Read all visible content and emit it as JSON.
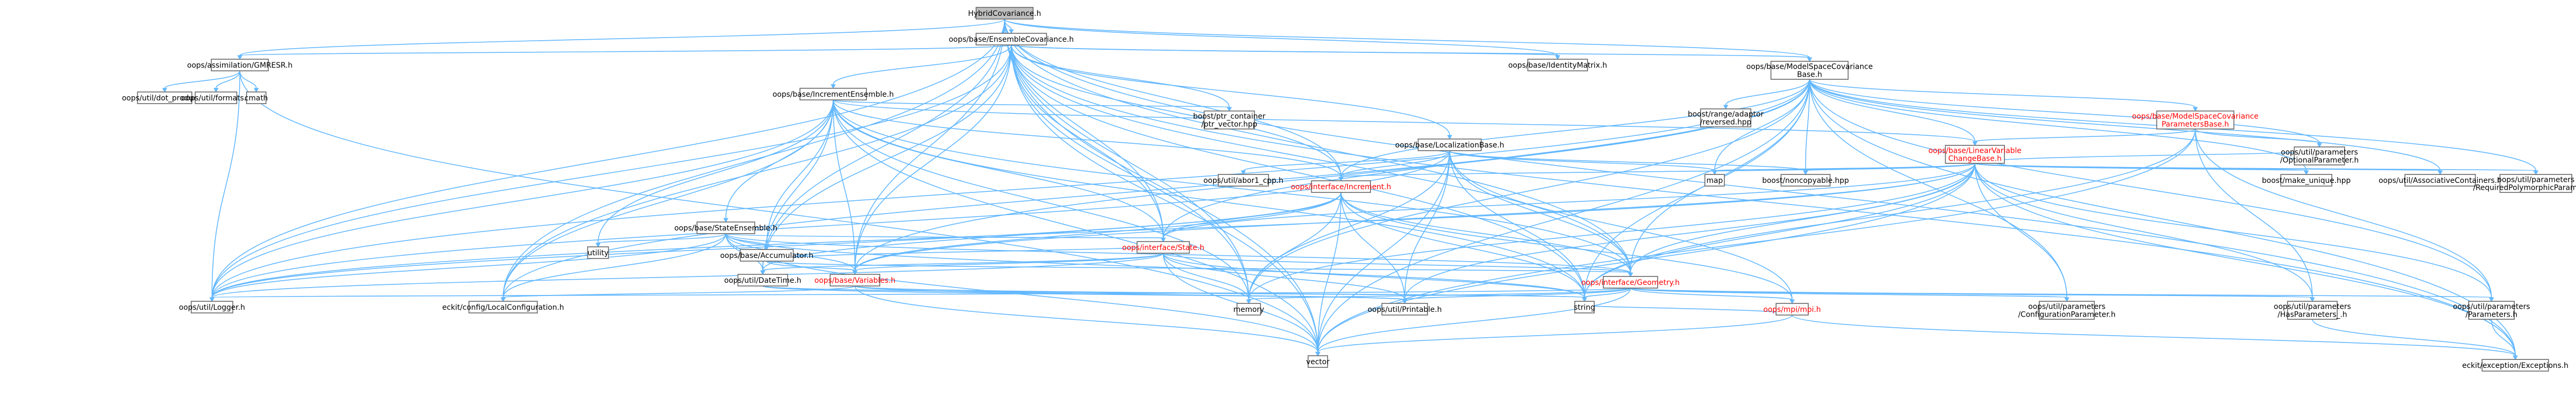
{
  "colors": {
    "root_fill": "#bfbfbf",
    "node_stroke": "#666666",
    "node_fill": "#ffffff",
    "edge": "#63b8ff",
    "text": "#000000",
    "highlight_text": "#ff0000"
  },
  "nodes": [
    {
      "id": "root",
      "lines": [
        "HybridCovariance.h"
      ],
      "kind": "root"
    },
    {
      "id": "ens",
      "lines": [
        "oops/base/EnsembleCovariance.h"
      ]
    },
    {
      "id": "idm",
      "lines": [
        "oops/base/IdentityMatrix.h"
      ]
    },
    {
      "id": "msc",
      "lines": [
        "oops/base/ModelSpaceCovariance",
        "Base.h"
      ]
    },
    {
      "id": "gmr",
      "lines": [
        "oops/assimilation/GMRESR.h"
      ]
    },
    {
      "id": "dot",
      "lines": [
        "oops/util/dot_product.h"
      ]
    },
    {
      "id": "fmt",
      "lines": [
        "oops/util/formats.h"
      ]
    },
    {
      "id": "cmath",
      "lines": [
        "cmath"
      ]
    },
    {
      "id": "rng",
      "lines": [
        "boost/range/adaptor",
        "/reversed.hpp"
      ]
    },
    {
      "id": "mscp",
      "lines": [
        "oops/base/ModelSpaceCovariance",
        "ParametersBase.h"
      ],
      "kind": "red"
    },
    {
      "id": "ince",
      "lines": [
        "oops/base/IncrementEnsemble.h"
      ]
    },
    {
      "id": "ptr",
      "lines": [
        "boost/ptr_container",
        "/ptr_vector.hpp"
      ]
    },
    {
      "id": "opt",
      "lines": [
        "oops/util/parameters",
        "/OptionalParameter.h"
      ]
    },
    {
      "id": "lvc",
      "lines": [
        "oops/base/LinearVariable",
        "ChangeBase.h"
      ],
      "kind": "red"
    },
    {
      "id": "loc",
      "lines": [
        "oops/base/LocalizationBase.h"
      ]
    },
    {
      "id": "ab1",
      "lines": [
        "oops/util/abor1_cpp.h"
      ]
    },
    {
      "id": "map",
      "lines": [
        "map"
      ]
    },
    {
      "id": "bnc",
      "lines": [
        "boost/noncopyable.hpp"
      ]
    },
    {
      "id": "mku",
      "lines": [
        "boost/make_unique.hpp"
      ]
    },
    {
      "id": "asc",
      "lines": [
        "oops/util/AssociativeContainers.h"
      ]
    },
    {
      "id": "rpp",
      "lines": [
        "oops/util/parameters",
        "/RequiredPolymorphicParameter.h"
      ]
    },
    {
      "id": "inc",
      "lines": [
        "oops/interface/Increment.h"
      ],
      "kind": "red"
    },
    {
      "id": "sen",
      "lines": [
        "oops/base/StateEnsemble.h"
      ]
    },
    {
      "id": "utl",
      "lines": [
        "utility"
      ]
    },
    {
      "id": "acc",
      "lines": [
        "oops/base/Accumulator.h"
      ]
    },
    {
      "id": "sta",
      "lines": [
        "oops/interface/State.h"
      ],
      "kind": "red"
    },
    {
      "id": "dtm",
      "lines": [
        "oops/util/DateTime.h"
      ]
    },
    {
      "id": "var",
      "lines": [
        "oops/base/Variables.h"
      ],
      "kind": "red"
    },
    {
      "id": "geo",
      "lines": [
        "oops/interface/Geometry.h"
      ],
      "kind": "red"
    },
    {
      "id": "log",
      "lines": [
        "oops/util/Logger.h"
      ]
    },
    {
      "id": "lcf",
      "lines": [
        "eckit/config/LocalConfiguration.h"
      ]
    },
    {
      "id": "mem",
      "lines": [
        "memory"
      ]
    },
    {
      "id": "prt",
      "lines": [
        "oops/util/Printable.h"
      ]
    },
    {
      "id": "str",
      "lines": [
        "string"
      ]
    },
    {
      "id": "mpi",
      "lines": [
        "oops/mpi/mpi.h"
      ],
      "kind": "red"
    },
    {
      "id": "cfp",
      "lines": [
        "oops/util/parameters",
        "/ConfigurationParameter.h"
      ]
    },
    {
      "id": "hpp",
      "lines": [
        "oops/util/parameters",
        "/HasParameters_.h"
      ]
    },
    {
      "id": "par",
      "lines": [
        "oops/util/parameters",
        "/Parameters.h"
      ]
    },
    {
      "id": "vec",
      "lines": [
        "vector"
      ]
    },
    {
      "id": "exc",
      "lines": [
        "eckit/exception/Exceptions.h"
      ]
    }
  ],
  "edges": [
    [
      "root",
      "ens"
    ],
    [
      "root",
      "idm"
    ],
    [
      "root",
      "msc"
    ],
    [
      "root",
      "gmr"
    ],
    [
      "root",
      "inc"
    ],
    [
      "root",
      "sta"
    ],
    [
      "root",
      "var"
    ],
    [
      "root",
      "geo"
    ],
    [
      "root",
      "dtm"
    ],
    [
      "root",
      "log"
    ],
    [
      "root",
      "lcf"
    ],
    [
      "root",
      "mem"
    ],
    [
      "root",
      "exc"
    ],
    [
      "root",
      "vec"
    ],
    [
      "ens",
      "msc"
    ],
    [
      "ens",
      "gmr"
    ],
    [
      "ens",
      "ince"
    ],
    [
      "ens",
      "loc"
    ],
    [
      "ens",
      "ptr"
    ],
    [
      "ens",
      "inc"
    ],
    [
      "ens",
      "sta"
    ],
    [
      "ens",
      "geo"
    ],
    [
      "ens",
      "var"
    ],
    [
      "ens",
      "dtm"
    ],
    [
      "ens",
      "log"
    ],
    [
      "ens",
      "lcf"
    ],
    [
      "ens",
      "mem"
    ],
    [
      "ens",
      "idm"
    ],
    [
      "ens",
      "exc"
    ],
    [
      "ens",
      "str"
    ],
    [
      "ens",
      "vec"
    ],
    [
      "gmr",
      "dot"
    ],
    [
      "gmr",
      "fmt"
    ],
    [
      "gmr",
      "cmath"
    ],
    [
      "gmr",
      "log"
    ],
    [
      "gmr",
      "vec"
    ],
    [
      "msc",
      "rng"
    ],
    [
      "msc",
      "mscp"
    ],
    [
      "msc",
      "lvc"
    ],
    [
      "msc",
      "opt"
    ],
    [
      "msc",
      "map"
    ],
    [
      "msc",
      "bnc"
    ],
    [
      "msc",
      "mku"
    ],
    [
      "msc",
      "asc"
    ],
    [
      "msc",
      "rpp"
    ],
    [
      "msc",
      "inc"
    ],
    [
      "msc",
      "sta"
    ],
    [
      "msc",
      "var"
    ],
    [
      "msc",
      "geo"
    ],
    [
      "msc",
      "log"
    ],
    [
      "msc",
      "lcf"
    ],
    [
      "msc",
      "mem"
    ],
    [
      "msc",
      "str"
    ],
    [
      "msc",
      "vec"
    ],
    [
      "msc",
      "exc"
    ],
    [
      "msc",
      "cfp"
    ],
    [
      "msc",
      "par"
    ],
    [
      "mscp",
      "lvc"
    ],
    [
      "mscp",
      "opt"
    ],
    [
      "mscp",
      "par"
    ],
    [
      "mscp",
      "hpp"
    ],
    [
      "mscp",
      "str"
    ],
    [
      "mscp",
      "vec"
    ],
    [
      "ince",
      "ptr"
    ],
    [
      "ince",
      "lvc"
    ],
    [
      "ince",
      "sen"
    ],
    [
      "ince",
      "acc"
    ],
    [
      "ince",
      "inc"
    ],
    [
      "ince",
      "sta"
    ],
    [
      "ince",
      "geo"
    ],
    [
      "ince",
      "var"
    ],
    [
      "ince",
      "dtm"
    ],
    [
      "ince",
      "log"
    ],
    [
      "ince",
      "lcf"
    ],
    [
      "ince",
      "utl"
    ],
    [
      "ince",
      "str"
    ],
    [
      "ince",
      "vec"
    ],
    [
      "ince",
      "mem"
    ],
    [
      "lvc",
      "mku"
    ],
    [
      "lvc",
      "asc"
    ],
    [
      "lvc",
      "rpp"
    ],
    [
      "lvc",
      "opt"
    ],
    [
      "lvc",
      "map"
    ],
    [
      "lvc",
      "bnc"
    ],
    [
      "lvc",
      "inc"
    ],
    [
      "lvc",
      "sta"
    ],
    [
      "lvc",
      "geo"
    ],
    [
      "lvc",
      "var"
    ],
    [
      "lvc",
      "log"
    ],
    [
      "lvc",
      "mem"
    ],
    [
      "lvc",
      "str"
    ],
    [
      "lvc",
      "vec"
    ],
    [
      "lvc",
      "exc"
    ],
    [
      "lvc",
      "cfp"
    ],
    [
      "lvc",
      "hpp"
    ],
    [
      "lvc",
      "par"
    ],
    [
      "lvc",
      "prt"
    ],
    [
      "loc",
      "ab1"
    ],
    [
      "loc",
      "map"
    ],
    [
      "loc",
      "bnc"
    ],
    [
      "loc",
      "inc"
    ],
    [
      "loc",
      "geo"
    ],
    [
      "loc",
      "log"
    ],
    [
      "loc",
      "mem"
    ],
    [
      "loc",
      "str"
    ],
    [
      "loc",
      "vec"
    ],
    [
      "loc",
      "prt"
    ],
    [
      "loc",
      "mpi"
    ],
    [
      "sen",
      "utl"
    ],
    [
      "sen",
      "acc"
    ],
    [
      "sen",
      "sta"
    ],
    [
      "sen",
      "geo"
    ],
    [
      "sen",
      "var"
    ],
    [
      "sen",
      "dtm"
    ],
    [
      "sen",
      "log"
    ],
    [
      "sen",
      "lcf"
    ],
    [
      "sen",
      "vec"
    ],
    [
      "sen",
      "str"
    ],
    [
      "acc",
      "sta"
    ],
    [
      "acc",
      "geo"
    ],
    [
      "acc",
      "var"
    ],
    [
      "inc",
      "sta"
    ],
    [
      "inc",
      "geo"
    ],
    [
      "inc",
      "var"
    ],
    [
      "inc",
      "dtm"
    ],
    [
      "inc",
      "log"
    ],
    [
      "inc",
      "mem"
    ],
    [
      "inc",
      "prt"
    ],
    [
      "inc",
      "str"
    ],
    [
      "inc",
      "vec"
    ],
    [
      "inc",
      "mpi"
    ],
    [
      "sta",
      "geo"
    ],
    [
      "sta",
      "var"
    ],
    [
      "sta",
      "dtm"
    ],
    [
      "sta",
      "log"
    ],
    [
      "sta",
      "mem"
    ],
    [
      "sta",
      "prt"
    ],
    [
      "sta",
      "str"
    ],
    [
      "sta",
      "vec"
    ],
    [
      "var",
      "lcf"
    ],
    [
      "var",
      "prt"
    ],
    [
      "var",
      "str"
    ],
    [
      "var",
      "vec"
    ],
    [
      "geo",
      "mpi"
    ],
    [
      "geo",
      "mem"
    ],
    [
      "geo",
      "prt"
    ],
    [
      "geo",
      "str"
    ],
    [
      "geo",
      "vec"
    ],
    [
      "geo",
      "log"
    ],
    [
      "geo",
      "cfp"
    ],
    [
      "geo",
      "hpp"
    ],
    [
      "geo",
      "par"
    ],
    [
      "dtm",
      "prt"
    ],
    [
      "dtm",
      "str"
    ],
    [
      "mpi",
      "vec"
    ],
    [
      "mpi",
      "str"
    ],
    [
      "mpi",
      "exc"
    ],
    [
      "par",
      "exc"
    ],
    [
      "hpp",
      "exc"
    ]
  ]
}
